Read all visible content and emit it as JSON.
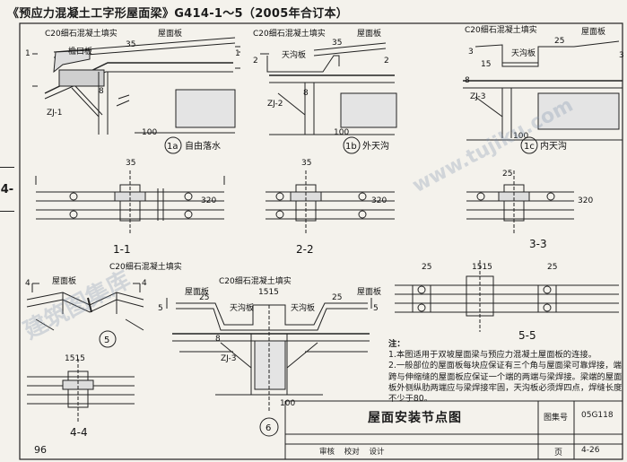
{
  "header": {
    "title": "《预应力混凝土工字形屋面梁》G414-1～5（2005年合订本）"
  },
  "side_tab": "4-",
  "page_number": "96",
  "labels": {
    "c20": "C20细石混凝土填实",
    "roof_panel": "屋面板",
    "eave_panel": "檐口板",
    "gutter_panel": "天沟板",
    "zj1": "ZJ-1",
    "zj2": "ZJ-2",
    "zj3": "ZJ-3",
    "weld8": "8",
    "d35": "35",
    "d25": "25",
    "d15": "15",
    "d1515": "1515",
    "d100": "100",
    "d320": "320",
    "d1515v": "15|15",
    "n1": "1",
    "n2": "2",
    "n3": "3",
    "n4": "4",
    "n5": "5"
  },
  "details": {
    "d1a": {
      "mark": "1a",
      "caption": "自由落水"
    },
    "d1b": {
      "mark": "1b",
      "caption": "外天沟"
    },
    "d1c": {
      "mark": "1c",
      "caption": "内天沟"
    },
    "d5": {
      "mark": "5"
    },
    "d6": {
      "mark": "6"
    }
  },
  "sections": {
    "s11": "1-1",
    "s22": "2-2",
    "s33": "3-3",
    "s44": "4-4",
    "s55": "5-5"
  },
  "notes": {
    "title": "注：",
    "items": [
      "1.本图适用于双坡屋面梁与预应力混凝土屋面板的连接。",
      "2.一般部位的屋面板每块应保证有三个角与屋面梁可靠焊接，端跨与伸缩缝的屋面板应保证一个端的两端与梁焊接。梁端的屋面板外侧纵肋两端应与梁焊接牢固，天沟板必须焊四点，焊缝长度不少于80。"
    ]
  },
  "title_block": {
    "title": "屋面安装节点图",
    "set_label": "图集号",
    "set_value": "05G118",
    "page_label": "页",
    "page_value": "4-26",
    "roles": [
      "审核",
      "校对",
      "设计"
    ]
  },
  "watermarks": [
    "建筑图集库",
    "www.tujiku.com"
  ]
}
